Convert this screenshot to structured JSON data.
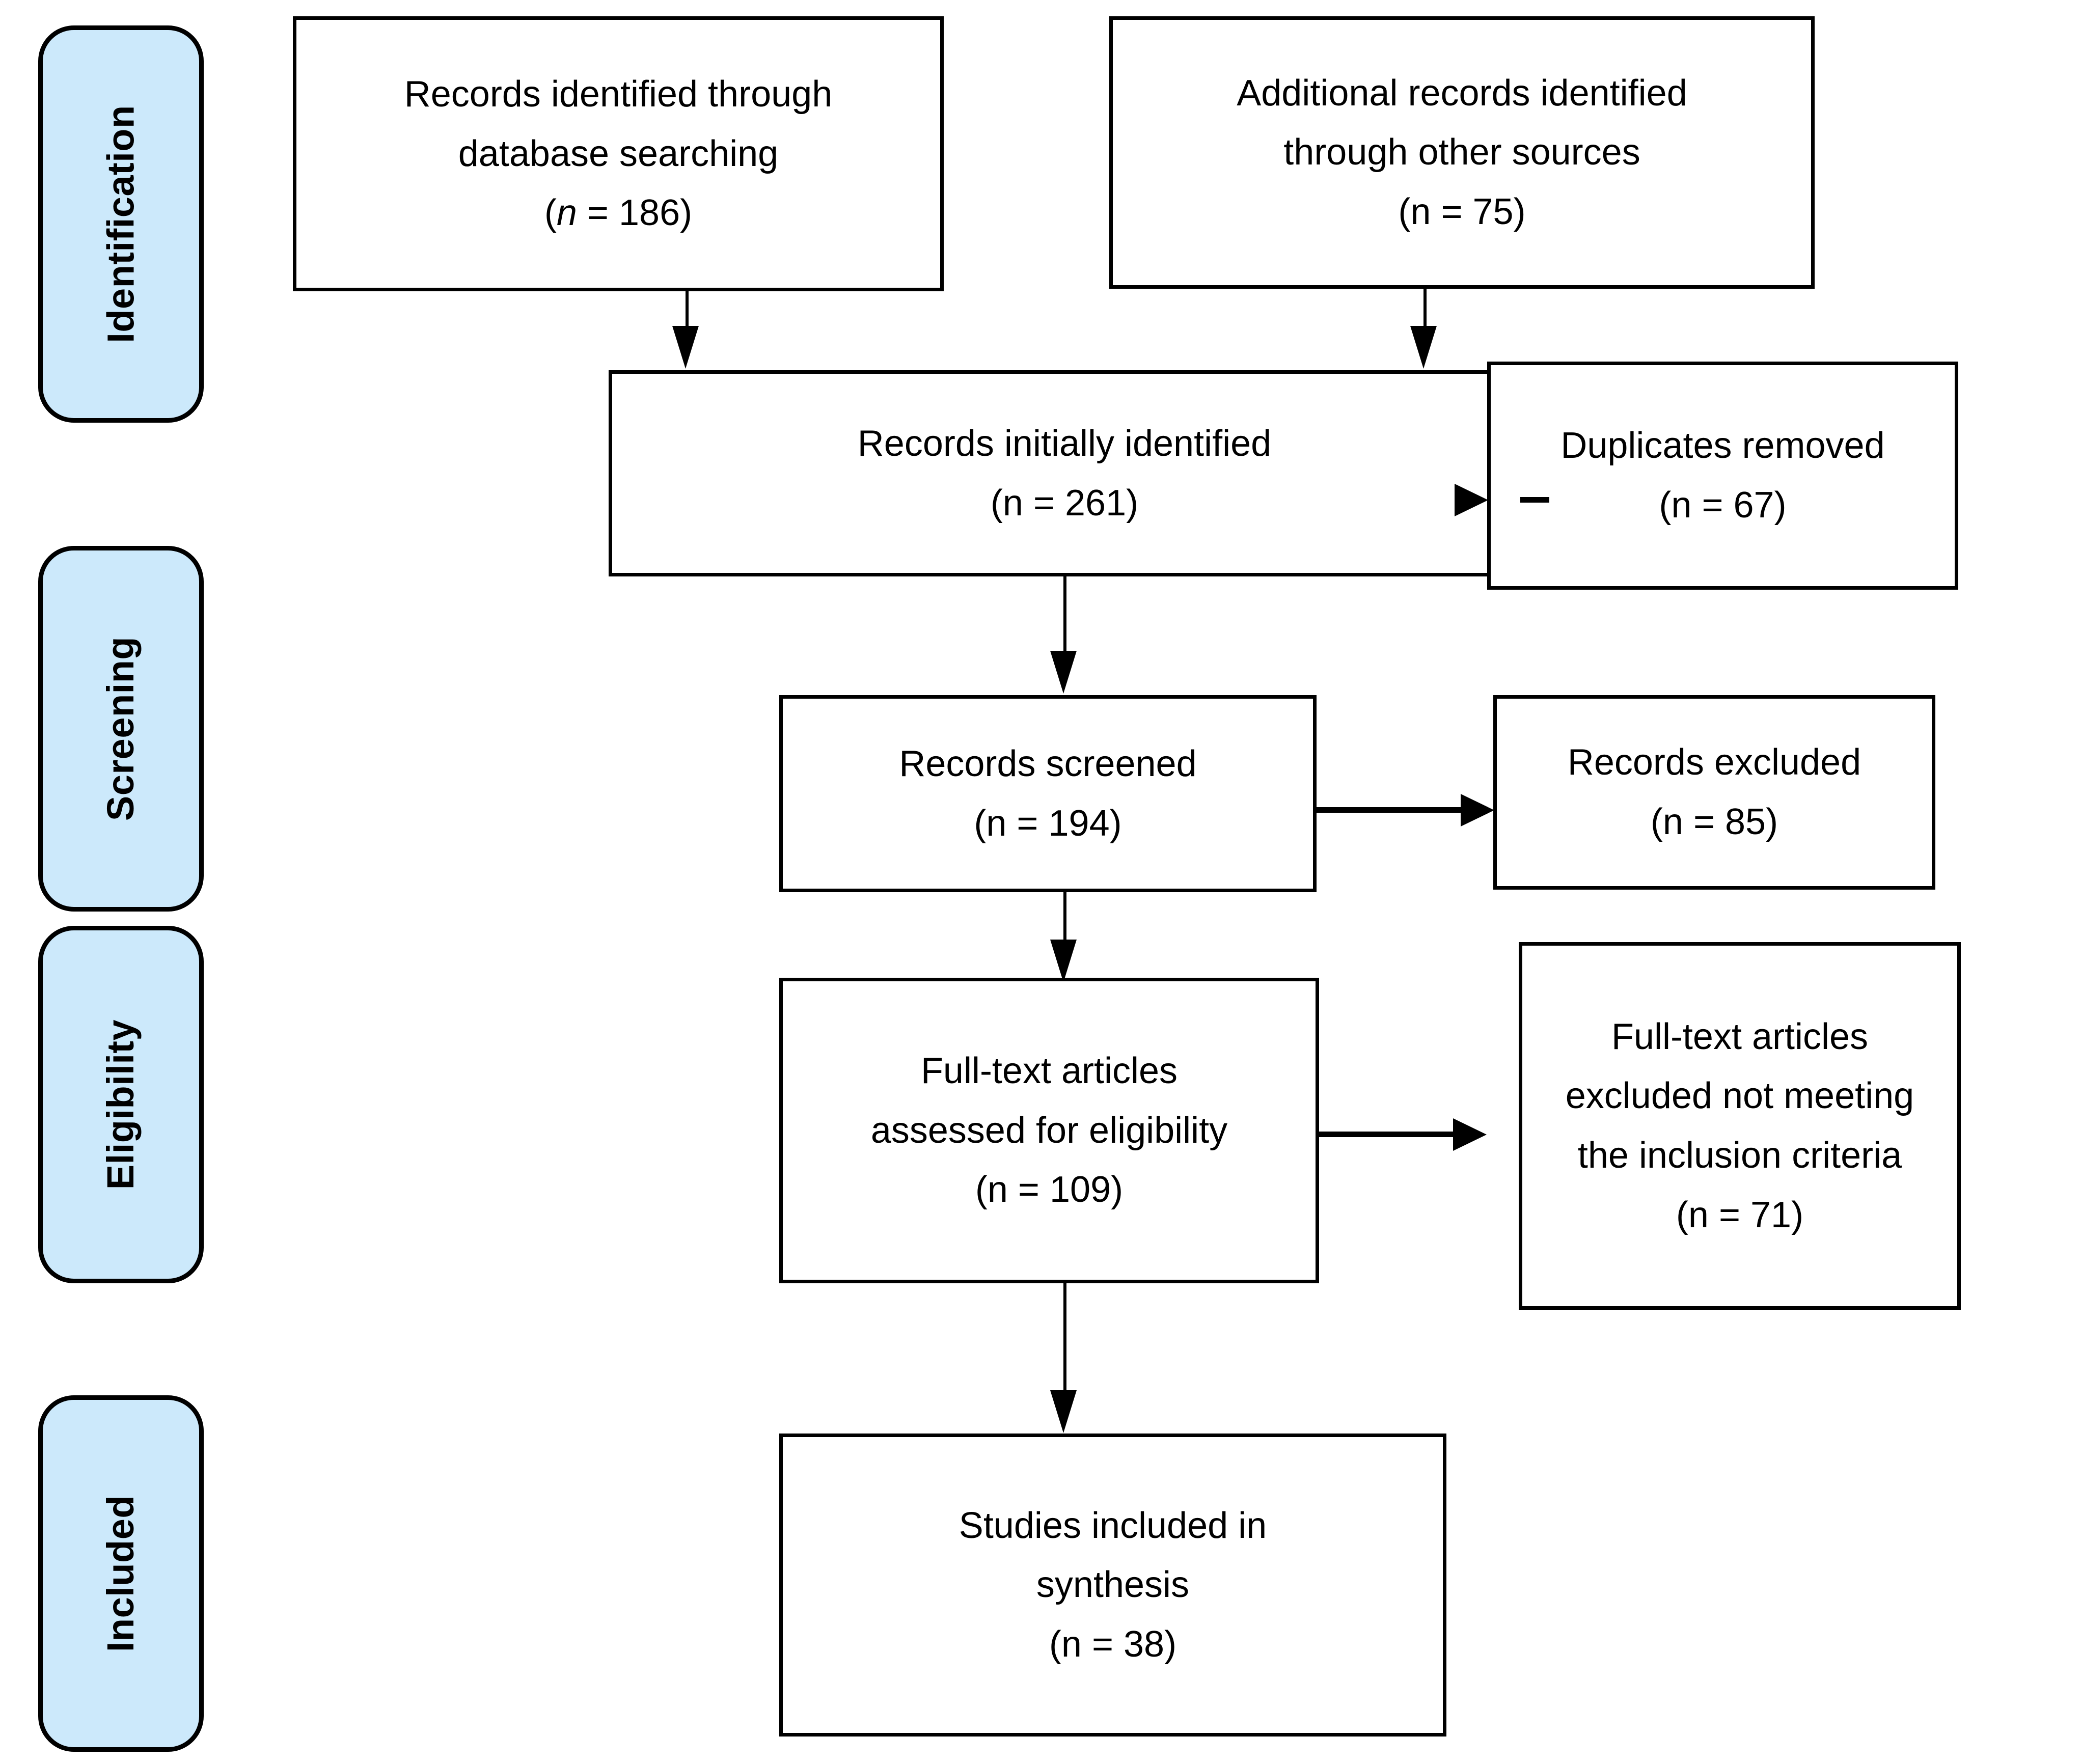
{
  "diagram": {
    "type": "prisma-flow-diagram",
    "accent_color": "#CCE9FB",
    "line_color": "#000000",
    "background_color": "#FFFFFF"
  },
  "phases": [
    {
      "id": "identification",
      "label": "Identification"
    },
    {
      "id": "screening",
      "label": "Screening"
    },
    {
      "id": "eligibility",
      "label": "Eligibility"
    },
    {
      "id": "included",
      "label": "Included"
    }
  ],
  "boxes": {
    "database_searching": {
      "line1": "Records identified through",
      "line2": "database searching",
      "count_open": "(",
      "count_n": "n",
      "count_eq": " = 186",
      "count_close": ")",
      "count_full": "(n = 186)",
      "n_value": 186
    },
    "other_sources": {
      "line1": "Additional records identified",
      "line2": "through other sources",
      "count_full": "(n = 75)",
      "n_value": 75
    },
    "initially_identified": {
      "line1": "Records initially identified",
      "count_full": "(n = 261)",
      "n_value": 261
    },
    "duplicates_removed": {
      "line1": "Duplicates removed",
      "count_full": "(n = 67)",
      "n_value": 67
    },
    "records_screened": {
      "line1": "Records screened",
      "count_full": "(n = 194)",
      "n_value": 194
    },
    "records_excluded": {
      "line1": "Records excluded",
      "count_full": "(n = 85)",
      "n_value": 85
    },
    "fulltext_assessed": {
      "line1": "Full-text articles",
      "line2": "assessed for eligibility",
      "count_full": "(n = 109)",
      "n_value": 109
    },
    "fulltext_excluded": {
      "line1": "Full-text articles",
      "line2": "excluded not meeting",
      "line3": "the inclusion criteria",
      "count_full": "(n = 71)",
      "n_value": 71
    },
    "studies_included": {
      "line1": "Studies included in",
      "line2": "synthesis",
      "count_full": "(n = 38)",
      "n_value": 38
    }
  }
}
